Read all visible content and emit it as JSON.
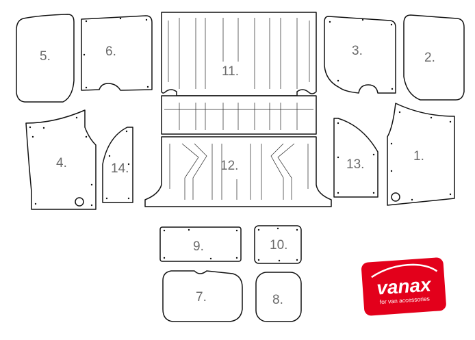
{
  "panels": [
    {
      "id": "5",
      "label": "5."
    },
    {
      "id": "6",
      "label": "6."
    },
    {
      "id": "11",
      "label": "11."
    },
    {
      "id": "3",
      "label": "3."
    },
    {
      "id": "2",
      "label": "2."
    },
    {
      "id": "4",
      "label": "4."
    },
    {
      "id": "14",
      "label": "14."
    },
    {
      "id": "12",
      "label": "12."
    },
    {
      "id": "13",
      "label": "13."
    },
    {
      "id": "1",
      "label": "1."
    },
    {
      "id": "9",
      "label": "9."
    },
    {
      "id": "10",
      "label": "10."
    },
    {
      "id": "7",
      "label": "7."
    },
    {
      "id": "8",
      "label": "8."
    }
  ],
  "logo": {
    "brand": "vanax",
    "tagline": "for van accessories",
    "color": "#e3001b",
    "text_color": "#ffffff"
  },
  "colors": {
    "stroke": "#111111",
    "label": "#6a6a6a",
    "background": "#ffffff"
  }
}
